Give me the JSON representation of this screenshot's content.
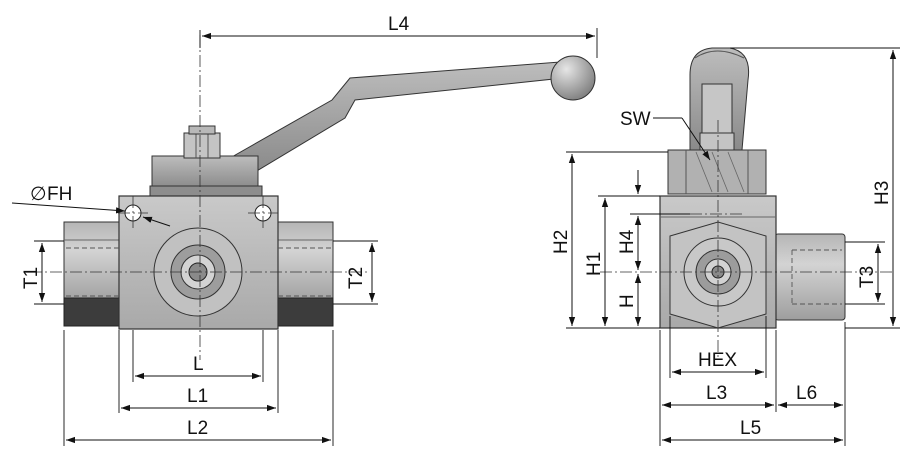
{
  "labels": {
    "L4": "L4",
    "FH": "FH",
    "diameter_symbol": "∅",
    "T1": "T1",
    "T2": "T2",
    "L": "L",
    "L1": "L1",
    "L2": "L2",
    "SW": "SW",
    "H2": "H2",
    "H1": "H1",
    "H4": "H4",
    "H": "H",
    "HEX": "HEX",
    "T3": "T3",
    "H3": "H3",
    "L3": "L3",
    "L6": "L6",
    "L5": "L5"
  },
  "colors": {
    "steel": "#b9b9b9",
    "steel_light": "#c8c8c8",
    "steel_dark": "#8d8d8d",
    "seal": "#3c3c3c",
    "outline": "#3a3a3a"
  }
}
